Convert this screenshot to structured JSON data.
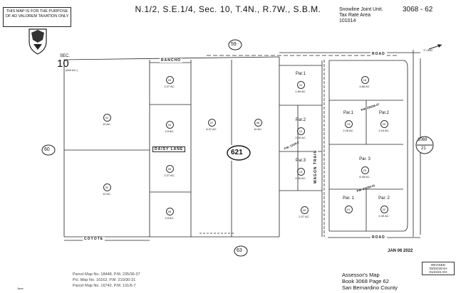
{
  "header": {
    "disclaimer": "THIS MAP IS FOR THE PURPOSE OF AD VALOREM TAXATION ONLY",
    "title": "N.1/2, S.E.1/4, Sec. 10, T.4N., R.7W., S.B.M.",
    "district": "Snowline Joint Unit.",
    "tax_rate_label": "Tax Rate Area",
    "tax_rate_value": "101014",
    "page_number": "3068 - 62"
  },
  "section": {
    "label": "SEC.",
    "number": "10",
    "area": "(640 AC.)"
  },
  "north_arrow": {
    "text": "1\"=300'"
  },
  "streets": {
    "rancho": "RANCHO",
    "daisy": "DAISY LANE",
    "coyote": "COYOTE",
    "wagon_train": "WAGON TRAIN",
    "road_top": "ROAD",
    "road_bottom": "ROAD"
  },
  "road_markers": {
    "top": "59",
    "left": "60",
    "bottom": "63",
    "center": "621",
    "right_page": "3069",
    "right_sub": "21"
  },
  "parcels": [
    {
      "id": "01",
      "acres": "10 AC."
    },
    {
      "id": "02",
      "acres": "10 AC."
    },
    {
      "id": "03",
      "acres": "2.27 AC."
    },
    {
      "id": "04",
      "acres": "2.5 AC."
    },
    {
      "id": "05",
      "acres": "2.27 AC."
    },
    {
      "id": "06",
      "acres": "2.5 AC."
    },
    {
      "id": "07",
      "acres": "6.37 AC."
    },
    {
      "id": "08",
      "acres": "10 AC."
    },
    {
      "id": "09",
      "acres": "2.27 AC."
    },
    {
      "id": "11",
      "label": "Par.1",
      "acres": "1.69 AC."
    },
    {
      "id": "12",
      "label": "Par.2",
      "acres": "2.26 AC."
    },
    {
      "id": "13",
      "label": "Par.3",
      "acres": "2.26 AC."
    },
    {
      "id": "18",
      "acres": "4.88 AC."
    },
    {
      "id": "19",
      "label": "Par.1",
      "acres": "2.26 AC."
    },
    {
      "id": "20",
      "label": "Par.2",
      "acres": "2.16 AC."
    },
    {
      "id": "21",
      "label": "Par. 1",
      "acres": ""
    },
    {
      "id": "22",
      "label": "Par. 2",
      "acres": "2.49 AC."
    },
    {
      "id": "23",
      "label": "Par. 3",
      "acres": "6.45 AC."
    }
  ],
  "pm_labels": {
    "pm1": "P.M. 235/36-37",
    "pm2": "P.M. 131/6-7",
    "pm3": "P.M. 210/30-31"
  },
  "footer": {
    "parcel_maps": [
      "Parcel Map No. 18448, P.M. 235/36-37",
      "Pcl. Map No. 16162, P.M. 210/30-31",
      "Parcel Map No. 16742, P.M. 131/6-7"
    ],
    "june": "June",
    "jan_stamp": "JAN 06 2022",
    "revised_title": "REVISED",
    "revised_dates": [
      "03/22/18 KH",
      "01/24/21 KH"
    ],
    "assessor_title": "Assessor's Map",
    "assessor_book": "Book 3068 Page 62",
    "assessor_county": "San Bernardino County"
  }
}
